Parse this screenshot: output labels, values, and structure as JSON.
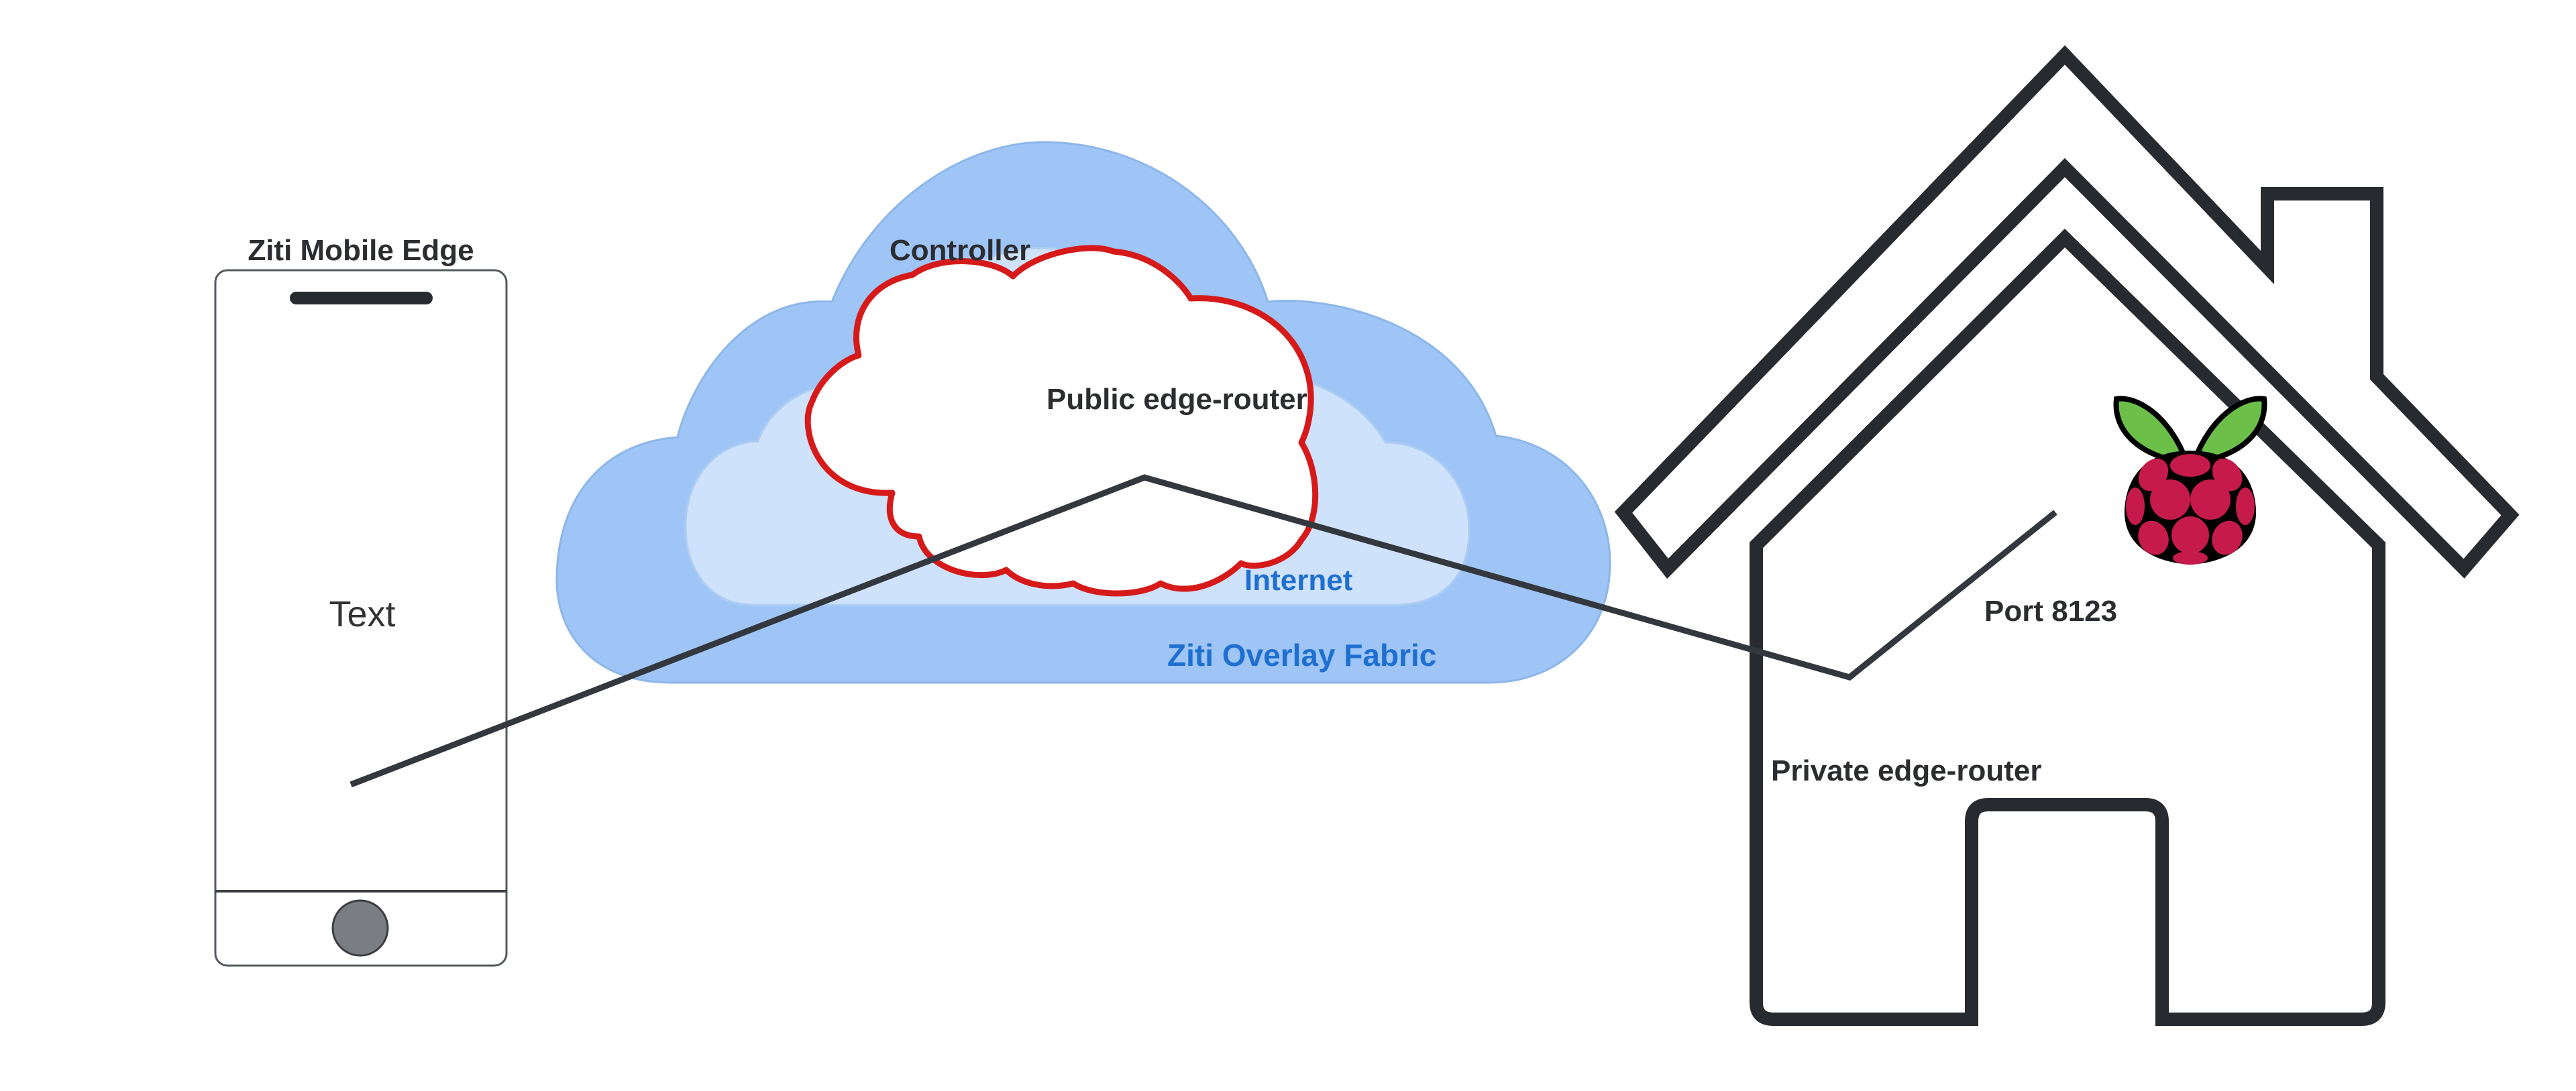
{
  "diagram": {
    "phone": {
      "title": "Ziti Mobile Edge",
      "screen_text": "Text"
    },
    "cloud": {
      "controller_label": "Controller",
      "public_router_label": "Public edge-router",
      "internet_label": "Internet",
      "overlay_label": "Ziti Overlay Fabric"
    },
    "house": {
      "private_router_label": "Private edge-router",
      "port_label": "Port 8123",
      "device_icon": "raspberry-pi-icon"
    },
    "colors": {
      "cloud_outer": "#9ec5f5",
      "cloud_inner": "#cfe2fb",
      "controller_outline": "#d61a1a",
      "connection_line": "#33383f",
      "house_outline": "#272b30",
      "blue_text": "#1f6fd1",
      "raspberry_red": "#c51a4a",
      "leaf_green": "#6cc04a"
    }
  }
}
